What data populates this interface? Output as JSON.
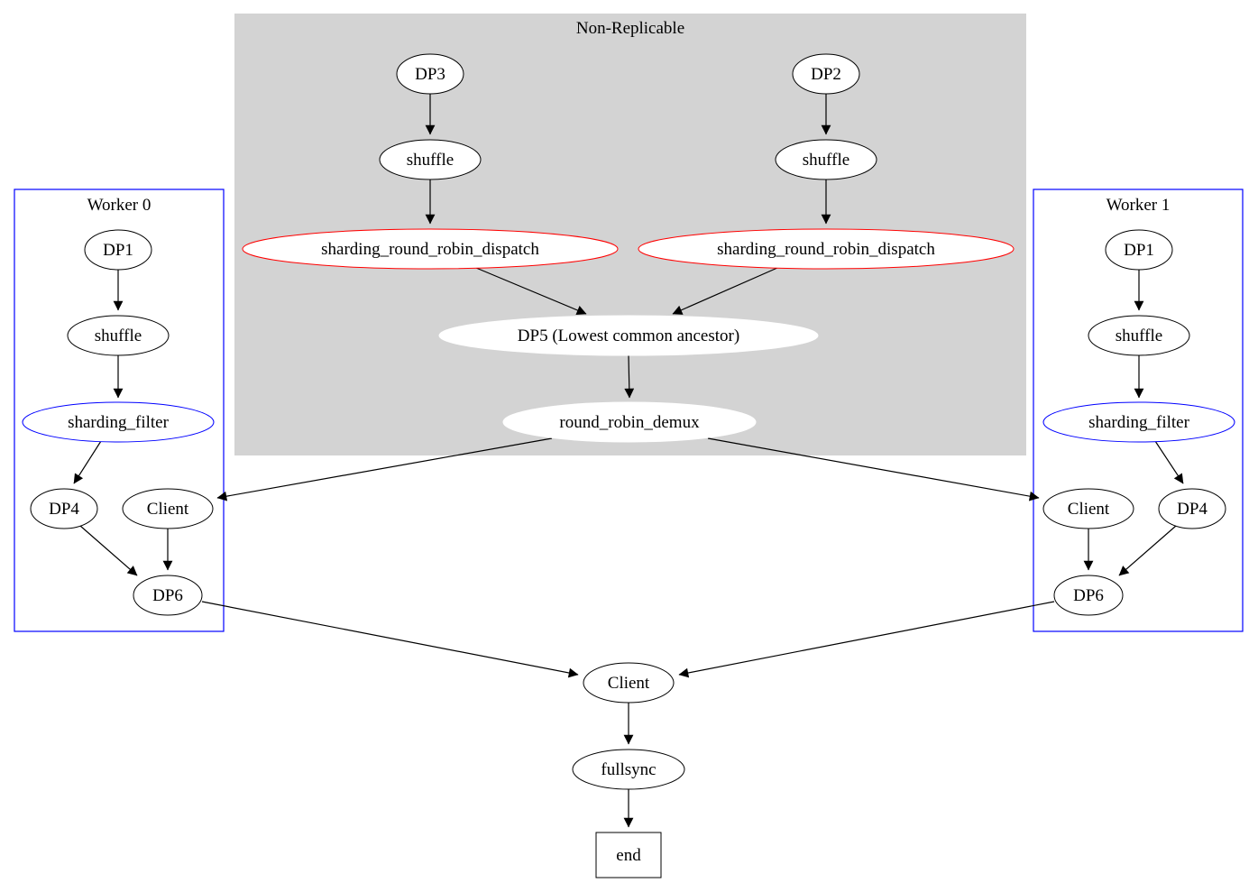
{
  "diagram": {
    "title": "dataflow-graph",
    "clusters": {
      "non_replicable": "Non-Replicable",
      "worker0": "Worker 0",
      "worker1": "Worker 1"
    },
    "nodes": {
      "dp3": "DP3",
      "shuffle_c1": "shuffle",
      "srrd_left": "sharding_round_robin_dispatch",
      "dp2": "DP2",
      "shuffle_c2": "shuffle",
      "srrd_right": "sharding_round_robin_dispatch",
      "dp5": "DP5 (Lowest common ancestor)",
      "round_robin_demux": "round_robin_demux",
      "w0_dp1": "DP1",
      "w0_shuffle": "shuffle",
      "w0_sharding_filter": "sharding_filter",
      "w0_dp4": "DP4",
      "w0_client": "Client",
      "w0_dp6": "DP6",
      "w1_dp1": "DP1",
      "w1_shuffle": "shuffle",
      "w1_sharding_filter": "sharding_filter",
      "w1_client": "Client",
      "w1_dp4": "DP4",
      "w1_dp6": "DP6",
      "client_main": "Client",
      "fullsync": "fullsync",
      "end": "end"
    },
    "colors": {
      "cluster_fill": "#d3d3d3",
      "worker_border": "#0000ff",
      "dispatch_border": "#ff0000",
      "filter_border": "#0000ff",
      "node_fill": "#ffffff",
      "edge": "#000000"
    }
  }
}
